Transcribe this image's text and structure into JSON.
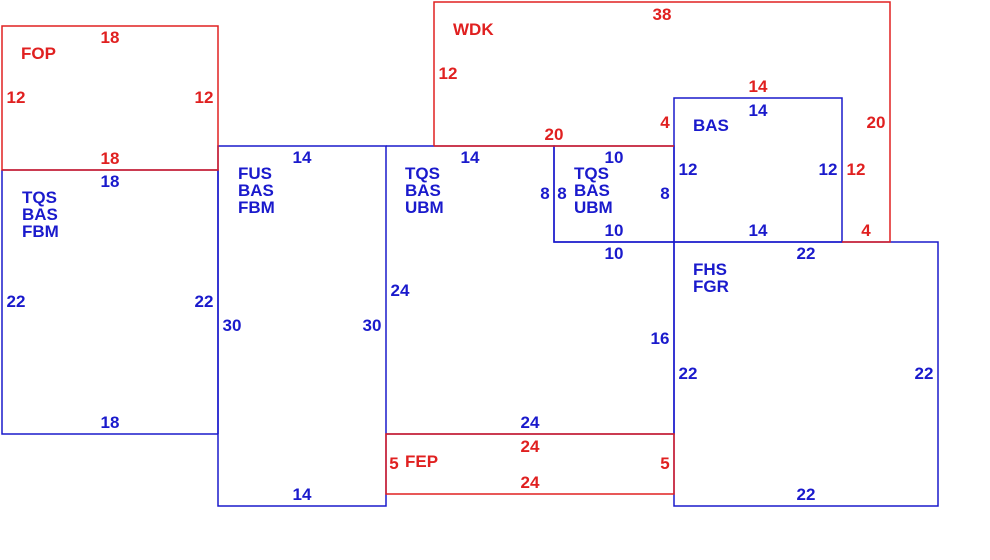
{
  "colors": {
    "red": "#e02020",
    "blue": "#1a1acc"
  },
  "sections": [
    {
      "id": "fop",
      "color": "red",
      "codes": [
        "FOP"
      ],
      "dims": [
        "18",
        "12",
        "12",
        "18"
      ]
    },
    {
      "id": "wdk",
      "color": "red",
      "codes": [
        "WDK"
      ],
      "dims": [
        "38",
        "12",
        "20",
        "4",
        "20",
        "14",
        "12",
        "4"
      ]
    },
    {
      "id": "fep",
      "color": "red",
      "codes": [
        "FEP"
      ],
      "dims": [
        "24",
        "5",
        "5",
        "24"
      ]
    },
    {
      "id": "tqs-left",
      "color": "blue",
      "codes": [
        "TQS",
        "BAS",
        "FBM"
      ],
      "dims": [
        "18",
        "22",
        "22",
        "18"
      ]
    },
    {
      "id": "fus",
      "color": "blue",
      "codes": [
        "FUS",
        "BAS",
        "FBM"
      ],
      "dims": [
        "14",
        "30",
        "30",
        "14"
      ]
    },
    {
      "id": "tqs-mid",
      "color": "blue",
      "codes": [
        "TQS",
        "BAS",
        "UBM"
      ],
      "dims": [
        "14",
        "8",
        "24",
        "16",
        "24"
      ]
    },
    {
      "id": "tqs-small",
      "color": "blue",
      "codes": [
        "TQS",
        "BAS",
        "UBM"
      ],
      "dims": [
        "10",
        "8",
        "8",
        "10",
        "10"
      ]
    },
    {
      "id": "bas",
      "color": "blue",
      "codes": [
        "BAS"
      ],
      "dims": [
        "14",
        "12",
        "12",
        "14"
      ]
    },
    {
      "id": "fhs",
      "color": "blue",
      "codes": [
        "FHS",
        "FGR"
      ],
      "dims": [
        "22",
        "22",
        "22",
        "22"
      ]
    }
  ]
}
